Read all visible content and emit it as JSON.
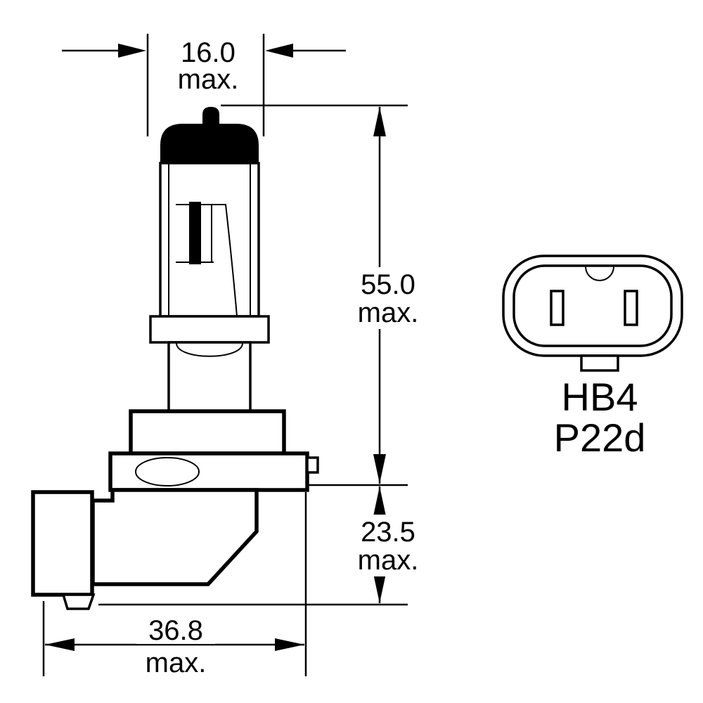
{
  "drawing": {
    "type": "technical-dimension-drawing",
    "subject": "HB4 halogen headlamp bulb",
    "colors": {
      "line": "#000000",
      "background": "#ffffff"
    },
    "dimensions": {
      "tip_width": {
        "value": "16.0",
        "qualifier": "max."
      },
      "body_length": {
        "value": "55.0",
        "qualifier": "max."
      },
      "base_depth": {
        "value": "23.5",
        "qualifier": "max."
      },
      "base_width": {
        "value": "36.8",
        "qualifier": "max."
      }
    },
    "connector": {
      "designation": "HB4",
      "base_code": "P22d"
    }
  }
}
